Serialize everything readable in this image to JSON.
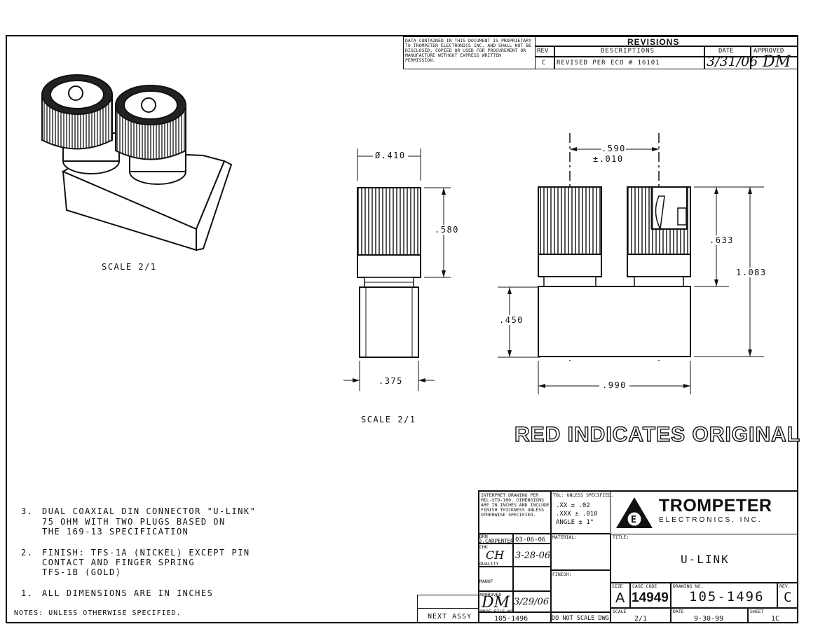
{
  "proprietary_notice": "DATA CONTAINED IN THIS DOCUMENT IS PROPRIETARY TO TROMPETER ELECTRONICS INC. AND SHALL NOT BE DISCLOSED, COPIED OR USED FOR PROCUREMENT OR MANUFACTURE WITHOUT EXPRESS WRITTEN PERMISSION.",
  "revisions": {
    "title": "REVISIONS",
    "headers": {
      "rev": "REV",
      "descriptions": "DESCRIPTIONS",
      "date": "DATE",
      "approved": "APPROVED"
    },
    "row": {
      "rev": "C",
      "description": "REVISED PER ECO # 16101",
      "date": "3/31/06",
      "approved": "DM"
    }
  },
  "views": {
    "iso_scale": "SCALE 2/1",
    "front_scale": "SCALE 2/1"
  },
  "dimensions": {
    "dia": "Ø.410",
    "front_h_upper": ".580",
    "front_h_lower": ".450",
    "front_w": ".375",
    "spacing": ".590",
    "spacing_tol": "±.010",
    "side_h_upper": ".633",
    "side_h_total": "1.083",
    "side_w": ".990"
  },
  "stamp": "RED INDICATES ORIGINAL",
  "notes": {
    "n3_num": "3.",
    "n3_l1": "DUAL COAXIAL DIN CONNECTOR \"U-LINK\"",
    "n3_l2": "75 OHM WITH TWO PLUGS BASED ON",
    "n3_l3": "THE 169-13 SPECIFICATION",
    "n2_num": "2.",
    "n2_l1": "FINISH: TFS-1A (NICKEL) EXCEPT PIN",
    "n2_l2": "CONTACT AND FINGER SPRING",
    "n2_l3": "TFS-1B (GOLD)",
    "n1_num": "1.",
    "n1_l1": "ALL DIMENSIONS ARE IN INCHES",
    "footer": "NOTES: UNLESS OTHERWISE SPECIFIED."
  },
  "title_block": {
    "interpret": "INTERPRET DRAWING PER MIL-STD-100. DIMENSIONS ARE IN INCHES AND INCLUDE FINISH THICKNESS UNLESS OTHERWISE SPECIFIED.",
    "tol_label": "TOL: UNLESS SPECIFIED.",
    "tol_xx": ".XX ± .02",
    "tol_xxx": ".XXX ± .010",
    "tol_angle": "ANGLE ± 1°",
    "company": "TROMPETER",
    "company_sub": "ELECTRONICS, INC.",
    "drn_label": "DRN",
    "drn_name": "J.CARPENTER",
    "drn_date": "03-06-06",
    "chk_label": "CHK",
    "chk_sig": "CH",
    "chk_date": "3-28-06",
    "quality_label": "QUALITY",
    "manuf_label": "MANUF",
    "approved_label": "APPROVED",
    "approved_sig": "DM",
    "approved_date": "3/29/06",
    "material_label": "MATERIAL:",
    "finish_label": "FINISH:",
    "title_label": "TITLE:",
    "title": "U-LINK",
    "size_label": "SIZE",
    "size": "A",
    "cage_label": "CAGE CODE",
    "cage": "14949",
    "dwg_label": "DRAWING NO.",
    "dwg_no": "105-1496",
    "rev_label": "REV.",
    "rev": "C",
    "next_assy": "NEXT ASSY",
    "proe_label": "PROE FILE NO.",
    "proe_no": "105-1496",
    "do_not_scale": "DO NOT SCALE DWG",
    "scale_label": "SCALE",
    "scale": "2/1",
    "date_label": "DATE",
    "date": "9-30-99",
    "sheet_label": "SHEET",
    "sheet": "1C"
  }
}
